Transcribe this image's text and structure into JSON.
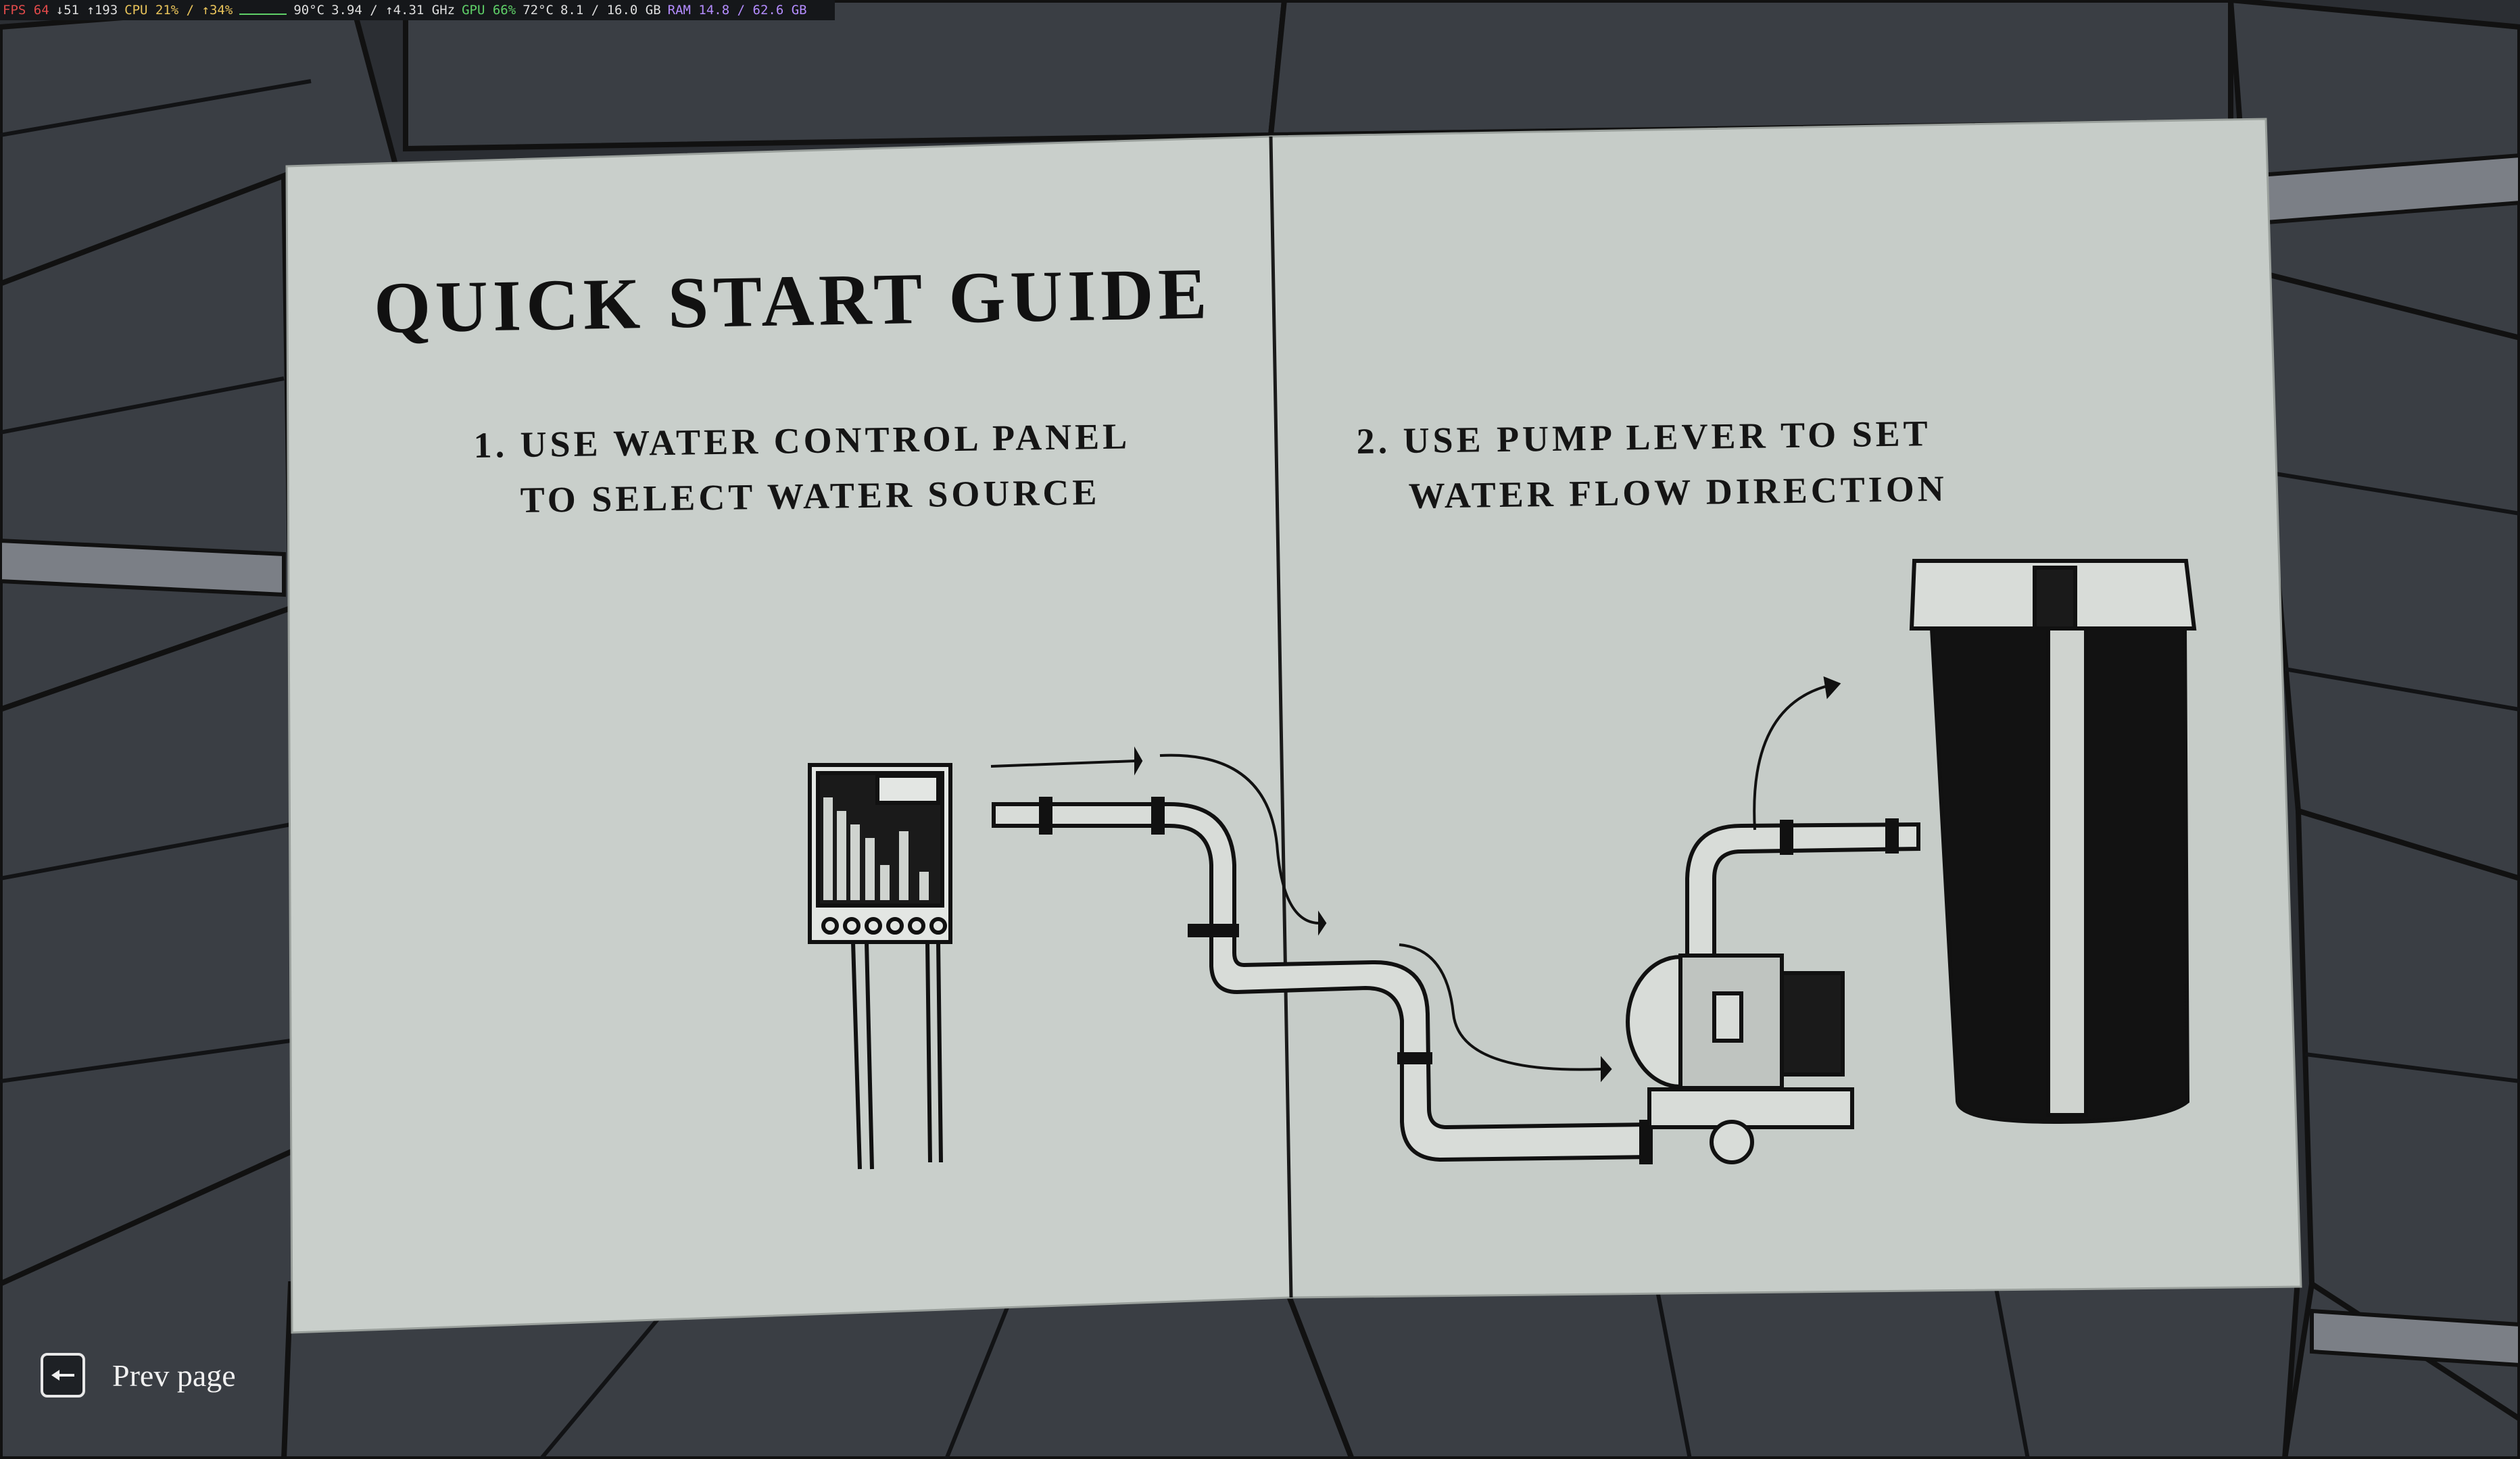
{
  "perf_overlay": {
    "fps_label": "FPS 64",
    "frametime": "↓51 ↑193",
    "cpu": "CPU 21% / ↑34%",
    "gpu": "GPU 66%",
    "temp1": "90°C",
    "clock": "3.94 / ↑4.31 GHz",
    "temp2": "72°C",
    "vram": "8.1 / 16.0 GB",
    "ram": "RAM 14.8 / 62.6 GB"
  },
  "guide": {
    "title": "QUICK START GUIDE",
    "step1_line1": "1. USE WATER CONTROL PANEL",
    "step1_line2": "TO SELECT WATER SOURCE",
    "step2_line1": "2. USE PUMP LEVER TO SET",
    "step2_line2": "WATER FLOW DIRECTION"
  },
  "controls": {
    "prev_label": "Prev page",
    "prev_key_icon": "arrow-left-key-icon"
  },
  "colors": {
    "paper": "#c9cfcb",
    "ink": "#111111",
    "background": "#2a2d31"
  }
}
